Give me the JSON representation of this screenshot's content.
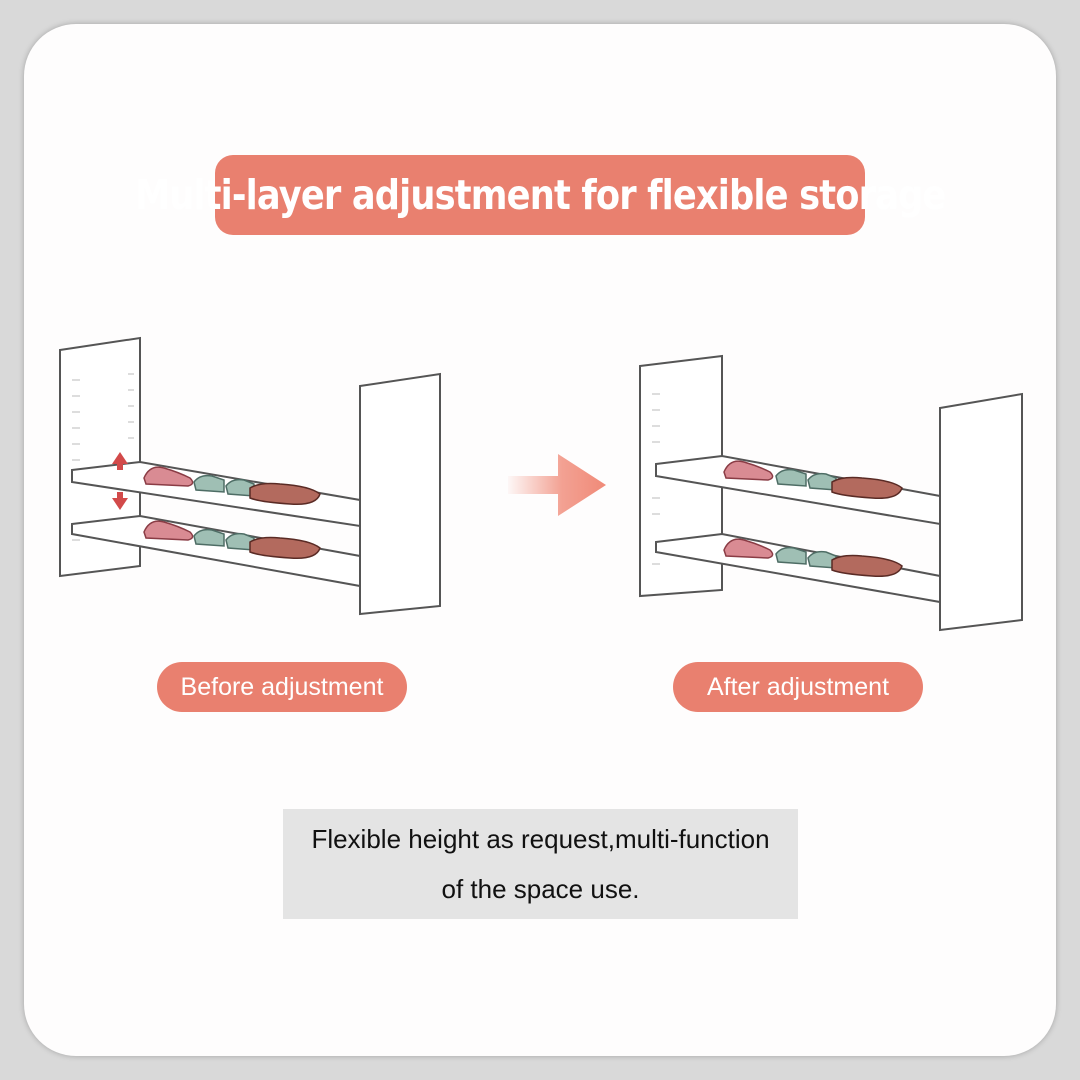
{
  "title": "Multi-layer adjustment for flexible storage",
  "before_label": "Before adjustment",
  "after_label": "After adjustment",
  "caption": {
    "line1": "Flexible height as request,multi-function",
    "line2": "of the space use."
  },
  "colors": {
    "accent": "#e9806f",
    "arrow": "#f08a78",
    "caption_bg": "#e4e4e4"
  }
}
